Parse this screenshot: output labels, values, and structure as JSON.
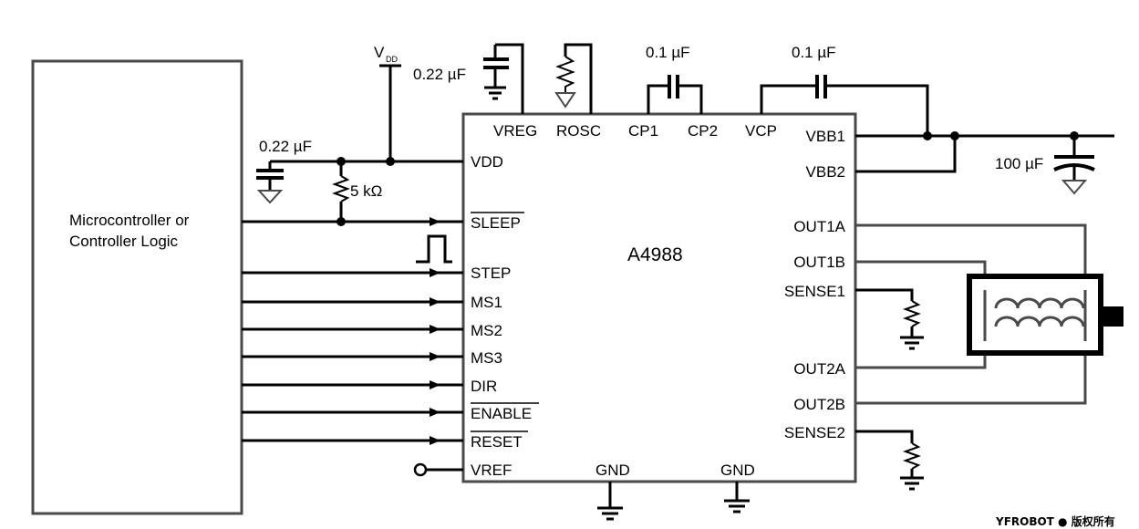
{
  "microcontroller": {
    "line1": "Microcontroller or",
    "line2": "Controller Logic"
  },
  "ic": {
    "name": "A4988",
    "top_pins": [
      "VREG",
      "ROSC",
      "CP1",
      "CP2",
      "VCP"
    ],
    "left_pins": [
      "VDD",
      "SLEEP",
      "STEP",
      "MS1",
      "MS2",
      "MS3",
      "DIR",
      "ENABLE",
      "RESET",
      "VREF"
    ],
    "right_pins": [
      "VBB1",
      "VBB2",
      "OUT1A",
      "OUT1B",
      "SENSE1",
      "OUT2A",
      "OUT2B",
      "SENSE2"
    ],
    "bottom_pins": [
      "GND",
      "GND"
    ]
  },
  "supply": {
    "v": "V",
    "sub": "DD"
  },
  "components": {
    "cap_vreg": "0.22 µF",
    "cap_cp": "0.1 µF",
    "cap_vcp": "0.1 µF",
    "cap_vdd": "0.22 µF",
    "resistor_sleep": "5 kΩ",
    "cap_vbb": "100 µF"
  },
  "footer": "YFROBOT ● 版权所有"
}
